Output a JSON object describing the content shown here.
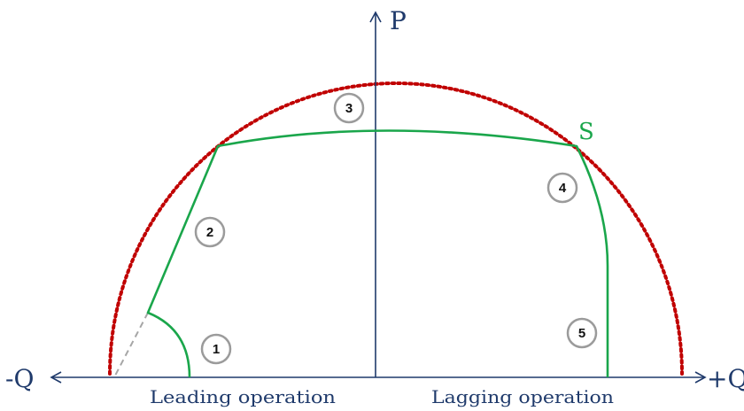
{
  "axes": {
    "p_label": "P",
    "neg_q_label": "-Q",
    "pos_q_label": "+Q",
    "leading_label": "Leading operation",
    "lagging_label": "Lagging operation"
  },
  "curve_label": "S",
  "markers": [
    {
      "id": "1",
      "label": "1"
    },
    {
      "id": "2",
      "label": "2"
    },
    {
      "id": "3",
      "label": "3"
    },
    {
      "id": "4",
      "label": "4"
    },
    {
      "id": "5",
      "label": "5"
    }
  ],
  "colors": {
    "axis": "#1f3a6b",
    "capability_curve": "#1aa64b",
    "rating_circle": "#c00000",
    "extension_line": "#a6a6a6",
    "marker_border": "#9b9b9b"
  }
}
